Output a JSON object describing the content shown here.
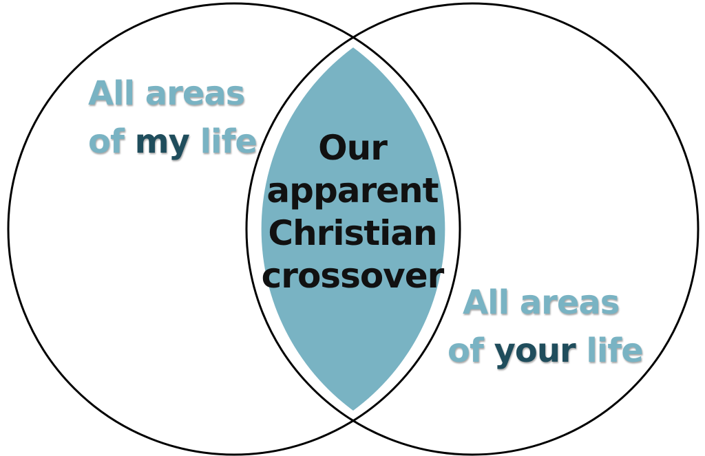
{
  "colors": {
    "intersection": "#79b3c3",
    "accent_light": "#79b3c3",
    "accent_dark": "#1f4d5c",
    "outline": "#000000"
  },
  "left": {
    "line1": "All areas",
    "line2_pre": "of ",
    "line2_em": "my",
    "line2_post": " life"
  },
  "intersection": {
    "lines": [
      "Our",
      "apparent",
      "Christian",
      "crossover"
    ]
  },
  "right": {
    "line1": "All areas",
    "line2_pre": "of ",
    "line2_em": "your",
    "line2_post": " life"
  }
}
